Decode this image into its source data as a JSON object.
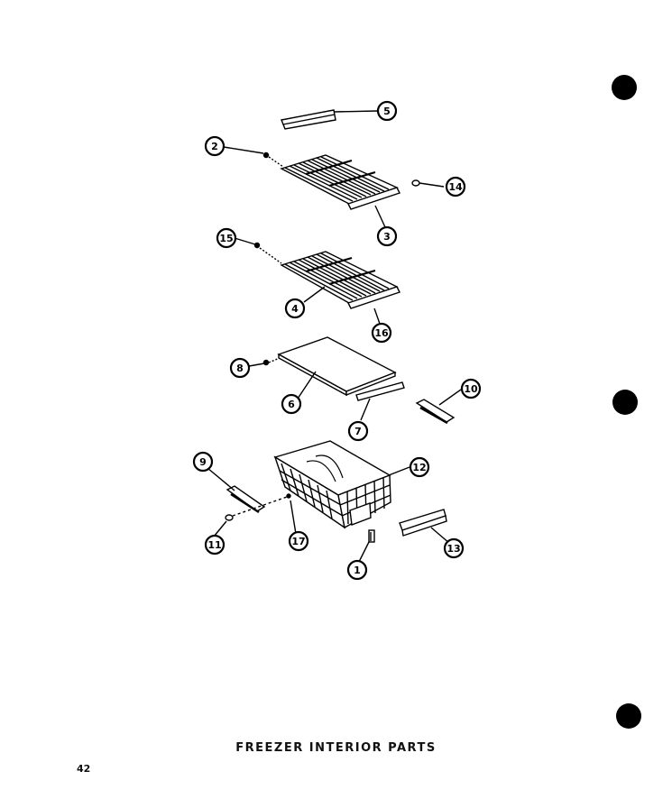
{
  "title": "FREEZER  INTERIOR  PARTS",
  "page_number": "42",
  "callouts": [
    {
      "id": "c5a",
      "label": "5"
    },
    {
      "id": "c2",
      "label": "2"
    },
    {
      "id": "c14",
      "label": "14"
    },
    {
      "id": "c3",
      "label": "3"
    },
    {
      "id": "c15",
      "label": "15"
    },
    {
      "id": "c4",
      "label": "4"
    },
    {
      "id": "c16",
      "label": "16"
    },
    {
      "id": "c8",
      "label": "8"
    },
    {
      "id": "c6",
      "label": "6"
    },
    {
      "id": "c7",
      "label": "7"
    },
    {
      "id": "c10",
      "label": "10"
    },
    {
      "id": "c9",
      "label": "9"
    },
    {
      "id": "c12",
      "label": "12"
    },
    {
      "id": "c11",
      "label": "11"
    },
    {
      "id": "c17",
      "label": "17"
    },
    {
      "id": "c1",
      "label": "1"
    },
    {
      "id": "c13",
      "label": "13"
    }
  ]
}
